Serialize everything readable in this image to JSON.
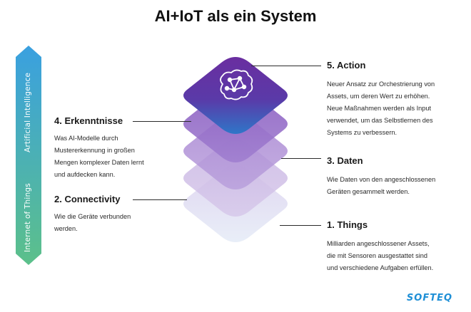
{
  "title": "AI+IoT als ein System",
  "side_arrow": {
    "top_label": "Artificial Intelligence",
    "bottom_label": "Internet of Things",
    "top_color": "#3aa0e0",
    "bottom_color": "#5cc08a"
  },
  "layers": [
    {
      "heading": "5. Action",
      "desc_lines": [
        "Neuer Ansatz zur Orchestrierung von",
        "Assets, um deren Wert zu erhöhen.",
        "Neue Maßnahmen werden als Input",
        "verwendet, um das Selbstlernen des",
        "Systems zu verbessern."
      ]
    },
    {
      "heading": "4. Erkenntnisse",
      "desc_lines": [
        "Was AI-Modelle durch",
        "Mustererkennung in großen",
        "Mengen komplexer Daten lernt",
        "und aufdecken kann."
      ]
    },
    {
      "heading": "3. Daten",
      "desc_lines": [
        "Wie Daten von den angeschlossenen",
        "Geräten gesammelt werden."
      ]
    },
    {
      "heading": "2. Connectivity",
      "desc_lines": [
        "Wie die Geräte verbunden",
        "werden."
      ]
    },
    {
      "heading": "1. Things",
      "desc_lines": [
        "Milliarden angeschlossener Assets,",
        "die mit Sensoren ausgestattet sind",
        "und verschiedene Aufgaben erfüllen."
      ]
    }
  ],
  "top_layer_icon": "brain-network-icon",
  "colors": {
    "top_layer_dark": "#6a2ea0",
    "top_layer_light": "#2f76c8",
    "accent": "#1e8fd6"
  },
  "logo": "SOFTEQ"
}
